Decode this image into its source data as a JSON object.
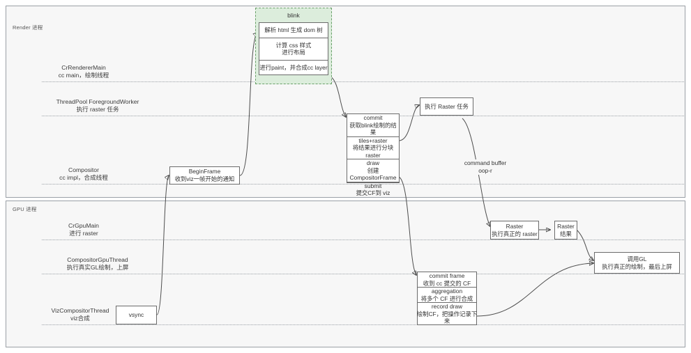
{
  "processes": [
    {
      "name": "render-process",
      "label": "Render 进程"
    },
    {
      "name": "gpu-process",
      "label": "GPU 进程"
    }
  ],
  "lanes": [
    {
      "name": "lane-crrenderermain",
      "line1": "CrRendererMain",
      "line2": "cc main，绘制线程"
    },
    {
      "name": "lane-threadpool-worker",
      "line1": "ThreadPool ForegroundWorker",
      "line2": "执行 raster 任务"
    },
    {
      "name": "lane-compositor",
      "line1": "Compositor",
      "line2": "cc impl，合成线程"
    },
    {
      "name": "lane-crgpumain",
      "line1": "CrGpuMain",
      "line2": "进行 raster"
    },
    {
      "name": "lane-compositorgputhread",
      "line1": "CompositorGpuThread",
      "line2": "执行真实GL绘制，上屏"
    },
    {
      "name": "lane-vizcompositorthread",
      "line1": "VizCompositorThread",
      "line2": "viz合成"
    }
  ],
  "blink_group": {
    "title": "blink",
    "steps": [
      {
        "line1": "解析 html 生成 dom 树",
        "line2": ""
      },
      {
        "line1": "计算 css 样式",
        "line2": "进行布局"
      },
      {
        "line1": "进行paint，并合成cc layer",
        "line2": ""
      }
    ]
  },
  "cc_stack": {
    "steps": [
      {
        "line1": "commit",
        "line2": "获取blink绘制的结果"
      },
      {
        "line1": "tiles+raster",
        "line2": "将结果进行分块raster"
      },
      {
        "line1": "draw",
        "line2": "创建CompositorFrame"
      },
      {
        "line1": "submit",
        "line2": "提交CF到 viz"
      }
    ]
  },
  "viz_stack": {
    "steps": [
      {
        "line1": "commit frame",
        "line2": "收到 cc 提交的 CF"
      },
      {
        "line1": "aggregation",
        "line2": "将多个 CF 进行合成"
      },
      {
        "line1": "record draw",
        "line2": "绘制CF，把操作记录下来"
      }
    ]
  },
  "boxes": {
    "begin_frame": {
      "line1": "BeginFrame",
      "line2": "收到viz一帧开始的通知"
    },
    "raster_task": {
      "line1": "执行 Raster 任务",
      "line2": ""
    },
    "raster_real": {
      "line1": "Raster",
      "line2": "执行真正的 raster"
    },
    "raster_result": {
      "line1": "Raster",
      "line2": "结果"
    },
    "gl_call": {
      "line1": "调用GL",
      "line2": "执行真正的绘制，最后上屏"
    },
    "vsync": {
      "line1": "vsync",
      "line2": ""
    }
  },
  "annotations": {
    "command_buffer": {
      "line1": "command buffer",
      "line2": "oop-r"
    }
  },
  "colors": {
    "blink_fill": "#dceddc",
    "blink_border": "#6aa06a",
    "process_fill": "#f7f7f7",
    "process_border": "#9aa0a6",
    "box_border": "#6b6b6b",
    "wire": "#4d4d4d"
  }
}
